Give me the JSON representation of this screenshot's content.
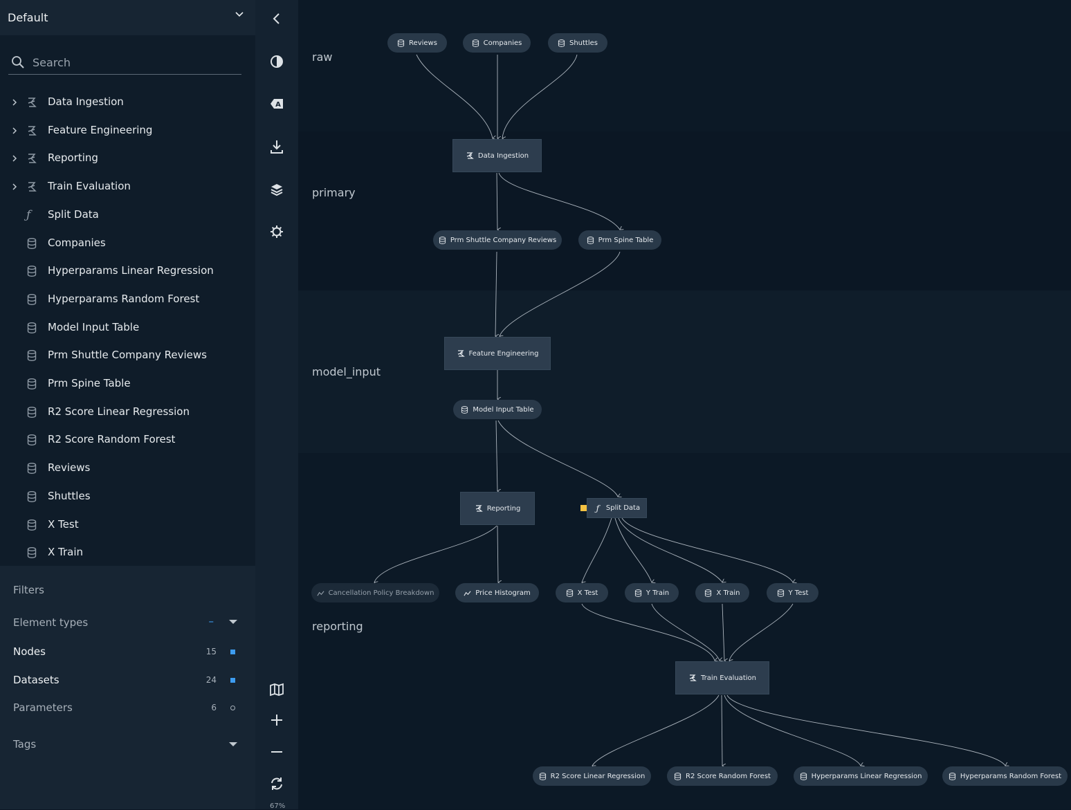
{
  "sidebar": {
    "pipeline": "Default",
    "search_placeholder": "Search",
    "tree": [
      {
        "label": "Data Ingestion",
        "kind": "pipeline",
        "expandable": true
      },
      {
        "label": "Feature Engineering",
        "kind": "pipeline",
        "expandable": true
      },
      {
        "label": "Reporting",
        "kind": "pipeline",
        "expandable": true
      },
      {
        "label": "Train Evaluation",
        "kind": "pipeline",
        "expandable": true
      },
      {
        "label": "Split Data",
        "kind": "function"
      },
      {
        "label": "Companies",
        "kind": "dataset"
      },
      {
        "label": "Hyperparams Linear Regression",
        "kind": "dataset"
      },
      {
        "label": "Hyperparams Random Forest",
        "kind": "dataset"
      },
      {
        "label": "Model Input Table",
        "kind": "dataset"
      },
      {
        "label": "Prm Shuttle Company Reviews",
        "kind": "dataset"
      },
      {
        "label": "Prm Spine Table",
        "kind": "dataset"
      },
      {
        "label": "R2 Score Linear Regression",
        "kind": "dataset"
      },
      {
        "label": "R2 Score Random Forest",
        "kind": "dataset"
      },
      {
        "label": "Reviews",
        "kind": "dataset"
      },
      {
        "label": "Shuttles",
        "kind": "dataset"
      },
      {
        "label": "X Test",
        "kind": "dataset"
      },
      {
        "label": "X Train",
        "kind": "dataset"
      }
    ],
    "filters": {
      "title": "Filters",
      "element_types": "Element types",
      "element_types_state": "–",
      "rows": [
        {
          "label": "Nodes",
          "count": "15",
          "active": true
        },
        {
          "label": "Datasets",
          "count": "24",
          "active": true
        },
        {
          "label": "Parameters",
          "count": "6",
          "active": false
        }
      ],
      "tags": "Tags"
    }
  },
  "toolbar": {
    "zoom_readout": "67%"
  },
  "canvas": {
    "layers": [
      "raw",
      "primary",
      "model_input",
      "reporting"
    ],
    "datasets": {
      "reviews": "Reviews",
      "companies": "Companies",
      "shuttles": "Shuttles",
      "prm_shuttle": "Prm Shuttle Company Reviews",
      "prm_spine": "Prm Spine Table",
      "model_input": "Model Input Table",
      "x_test": "X Test",
      "y_train": "Y Train",
      "x_train": "X Train",
      "y_test": "Y Test",
      "r2_lr": "R2 Score Linear Regression",
      "r2_rf": "R2 Score Random Forest",
      "hp_lr": "Hyperparams Linear Regression",
      "hp_rf": "Hyperparams Random Forest"
    },
    "charts": {
      "cancellation": "Cancellation Policy Breakdown",
      "price_hist": "Price Histogram"
    },
    "pipelines": {
      "data_ingestion": "Data Ingestion",
      "feature_engineering": "Feature Engineering",
      "reporting": "Reporting",
      "train_evaluation": "Train Evaluation"
    },
    "functions": {
      "split_data": "Split Data"
    },
    "colors": {
      "parameter_marker": "#f5c242",
      "filter_active": "#3d9cf0"
    }
  }
}
